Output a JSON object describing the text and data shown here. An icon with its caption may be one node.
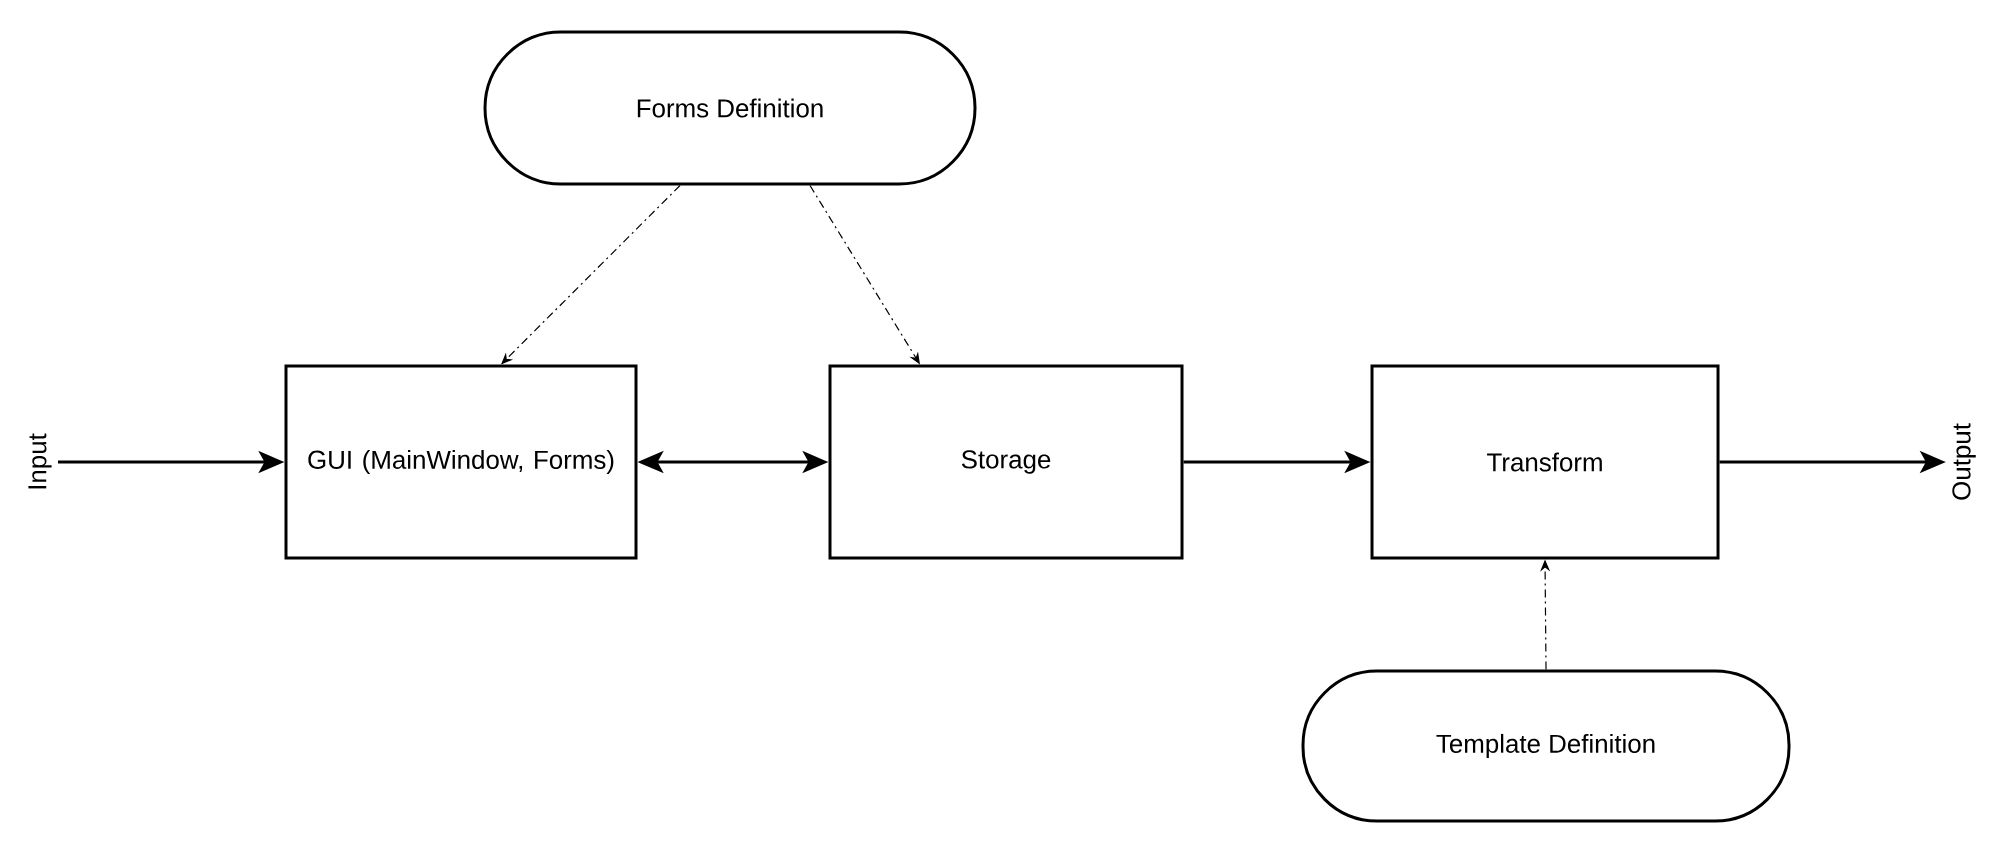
{
  "diagram": {
    "nodes": [
      {
        "text": [
          "Forms Definition"
        ]
      },
      {
        "text": [
          "Input"
        ]
      },
      {
        "text": [
          "GUI (MainWindow, Forms)"
        ]
      },
      {
        "text": [
          "Storage"
        ]
      },
      {
        "text": [
          "Transform"
        ]
      },
      {
        "text": [
          "Output"
        ]
      },
      {
        "text": [
          "Template Definition"
        ]
      }
    ],
    "edges": [
      {
        "from": 0,
        "to": 2,
        "arrow": "to",
        "style": "dashed"
      },
      {
        "from": 0,
        "to": 3,
        "arrow": "to",
        "style": "dashed"
      },
      {
        "from": 1,
        "to": 2,
        "arrow": "to"
      },
      {
        "from": 2,
        "to": 3,
        "arrow": "both"
      },
      {
        "from": 3,
        "to": 4,
        "arrow": "to"
      },
      {
        "from": 4,
        "to": 5,
        "arrow": "to"
      },
      {
        "from": 6,
        "to": 4,
        "arrow": "to",
        "style": "dashed"
      }
    ]
  }
}
